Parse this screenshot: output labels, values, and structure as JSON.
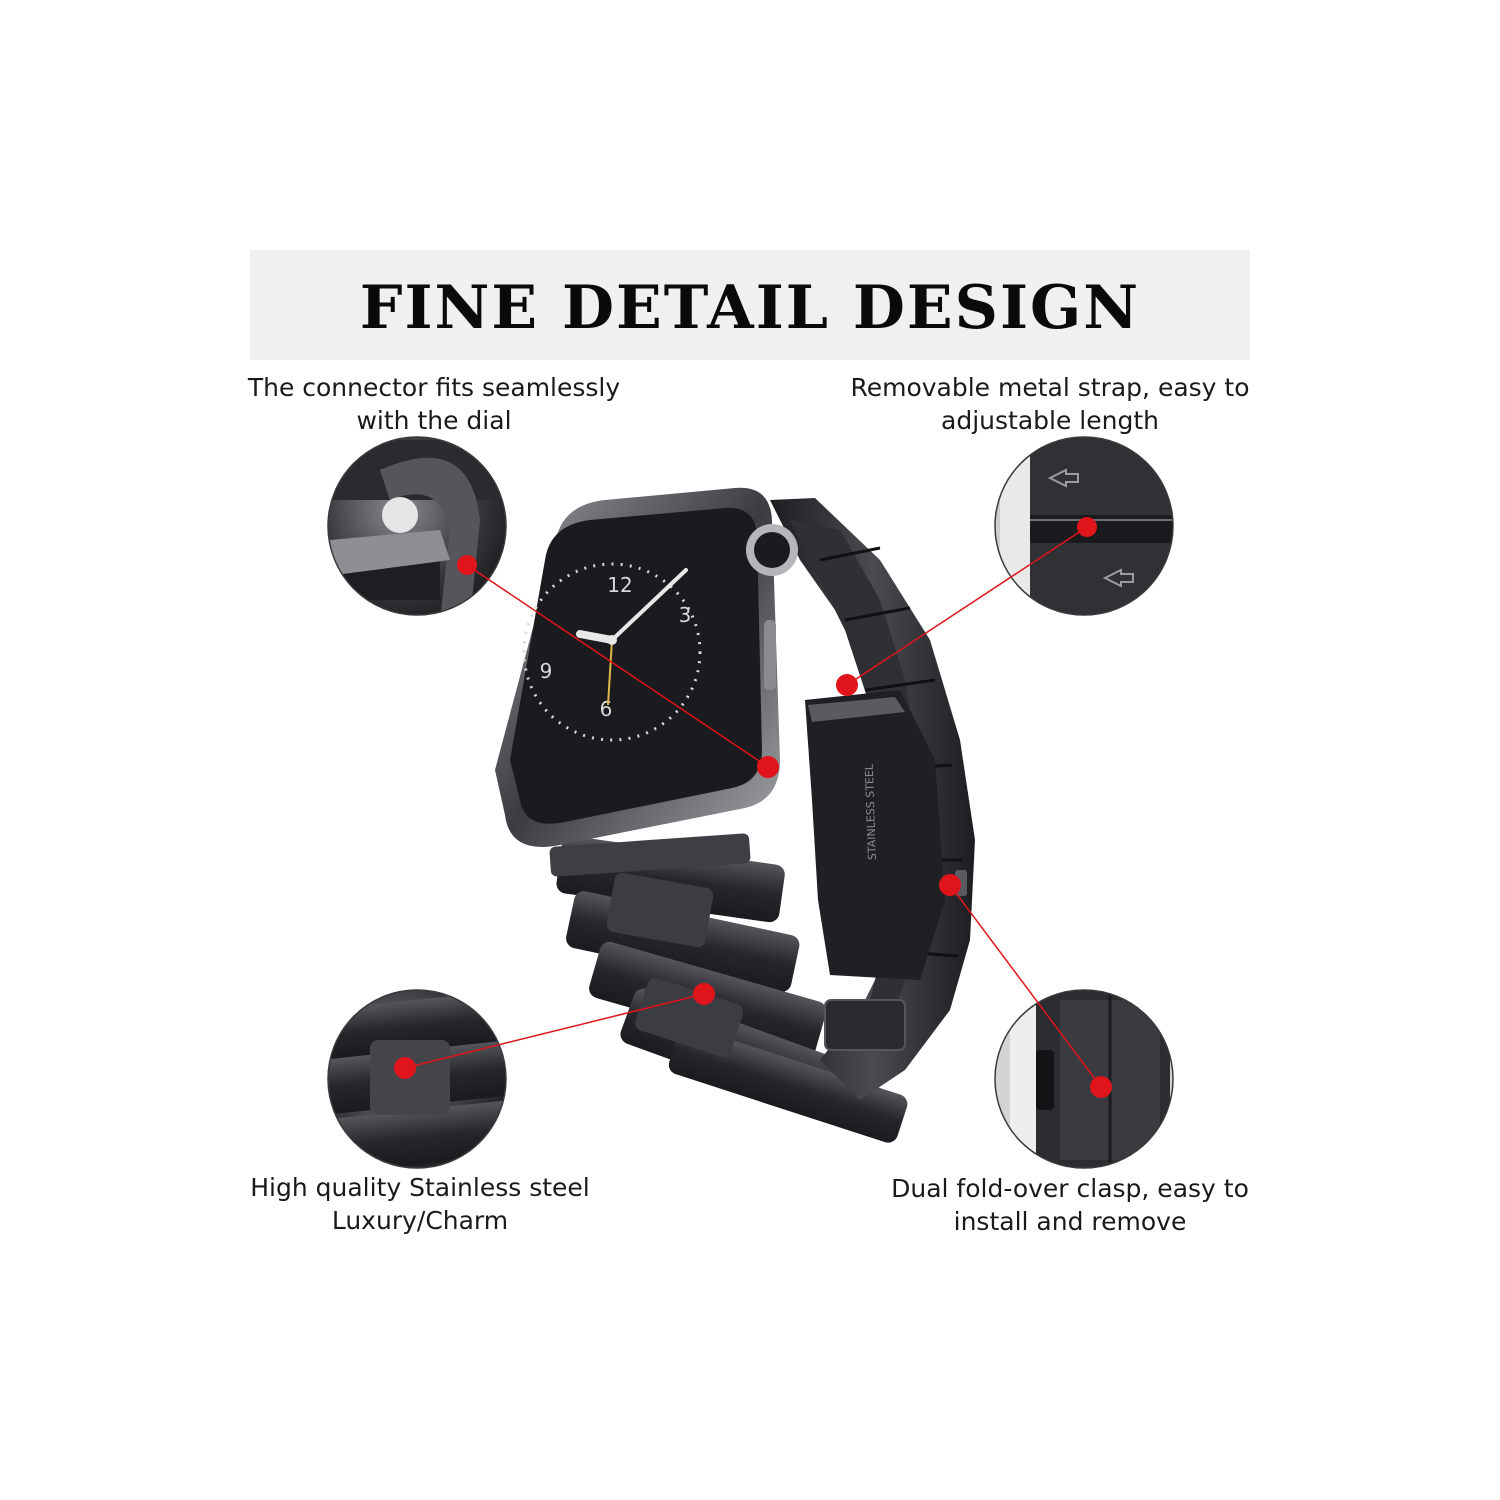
{
  "title": "FINE DETAIL DESIGN",
  "callouts": {
    "top_left": {
      "line1": "The connector fits seamlessly",
      "line2": "with the dial"
    },
    "top_right": {
      "line1": "Removable metal strap, easy to",
      "line2": "adjustable length"
    },
    "bottom_left": {
      "line1": "High quality Stainless steel",
      "line2": "Luxury/Charm"
    },
    "bottom_right": {
      "line1": "Dual fold-over clasp, easy to",
      "line2": "install and remove"
    }
  },
  "dial": {
    "n12": "12",
    "n3": "3",
    "n6": "6",
    "n9": "9"
  },
  "clasp_engraving": "STAINLESS STEEL",
  "colors": {
    "accent": "#e0141b",
    "band": "#2a2b2f",
    "case": "#3a3b40",
    "banner": "#f0f0f0"
  }
}
